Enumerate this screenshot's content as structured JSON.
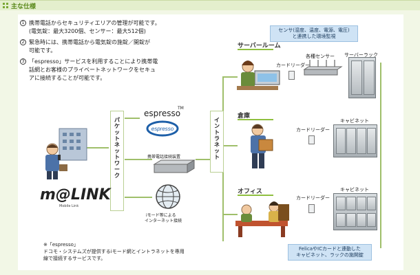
{
  "header": {
    "title": "主な仕様"
  },
  "specs": [
    {
      "num": "1",
      "line1": "携帯電話からセキュリティエリアの管理が可能です。",
      "line2": "(電気錠：最大3200個、センサー：最大512個)"
    },
    {
      "num": "2",
      "line1": "緊急時には、携帯電話から電気錠の施錠／開錠が",
      "line2": "可能です。"
    },
    {
      "num": "3",
      "line1": "「espresso」サービスを利用することにより携帯電",
      "line2": "話網とお客様のプライベートネットワークをセキュ",
      "line3": "アに接続することが可能です。"
    }
  ],
  "labels": {
    "espresso": "espresso",
    "tm": "TM",
    "packet_network": "パケットネットワーク",
    "intranet": "イントラネット",
    "connection_device": "携帯電話接続装置",
    "imode_line1": "iモード等による",
    "imode_line2": "インターネット接続",
    "logo": "m@LINK",
    "logo_sub": "Mobile Link"
  },
  "areas": {
    "server_room": "サーバールーム",
    "warehouse": "倉庫",
    "office": "オフィス"
  },
  "devices": {
    "card_reader_1": "カードリーダー",
    "sensors": "各種センサー",
    "server_rack": "サーバーラック",
    "card_reader_2": "カードリーダー",
    "cabinet_2": "キャビネット",
    "card_reader_3": "カードリーダー",
    "cabinet_3": "キャビネット"
  },
  "callouts": {
    "sensor_line1": "センサ(湿度、温度、電源、電圧)",
    "sensor_line2": "と連携した環境監視",
    "felica_line1": "FelicaやICカードと連動した",
    "felica_line2": "キャビネット、ラックの施開錠"
  },
  "footnote": {
    "line1": "※「espresso」",
    "line2": "ドコモ・システムズが提供するiモード網とイントラネットを専用",
    "line3": "線で接続するサービスです。"
  },
  "colors": {
    "accent": "#7aa834",
    "line": "#9fbf6a",
    "callout_bg": "#cfe3f5",
    "espresso_blue": "#1d5fa8"
  }
}
